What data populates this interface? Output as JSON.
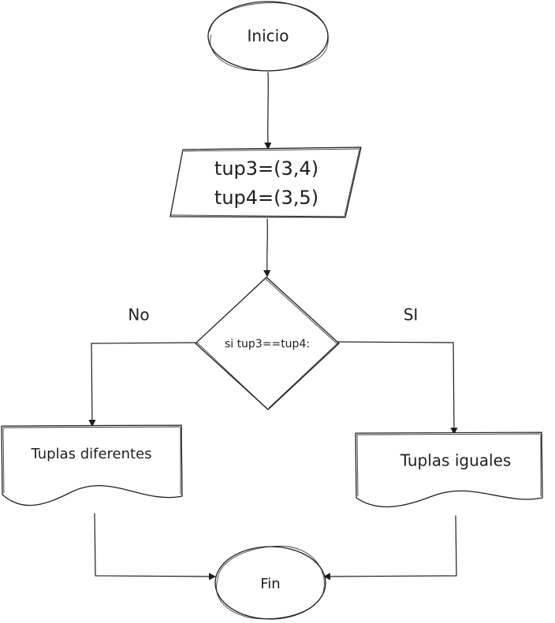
{
  "nodes": {
    "start": {
      "text": "Inicio",
      "shape": "terminator"
    },
    "input": {
      "lines": [
        "tup3=(3,4)",
        "tup4=(3,5)"
      ],
      "shape": "parallelogram"
    },
    "decision": {
      "text": "si tup3==tup4:",
      "shape": "diamond"
    },
    "out_no": {
      "text": "Tuplas diferentes",
      "shape": "document"
    },
    "out_yes": {
      "text": "Tuplas iguales",
      "shape": "document"
    },
    "end": {
      "text": "Fin",
      "shape": "terminator"
    }
  },
  "edges": {
    "no_label": "No",
    "yes_label": "SI"
  },
  "colors": {
    "stroke": "#1e1e1e",
    "background": "#ffffff"
  }
}
